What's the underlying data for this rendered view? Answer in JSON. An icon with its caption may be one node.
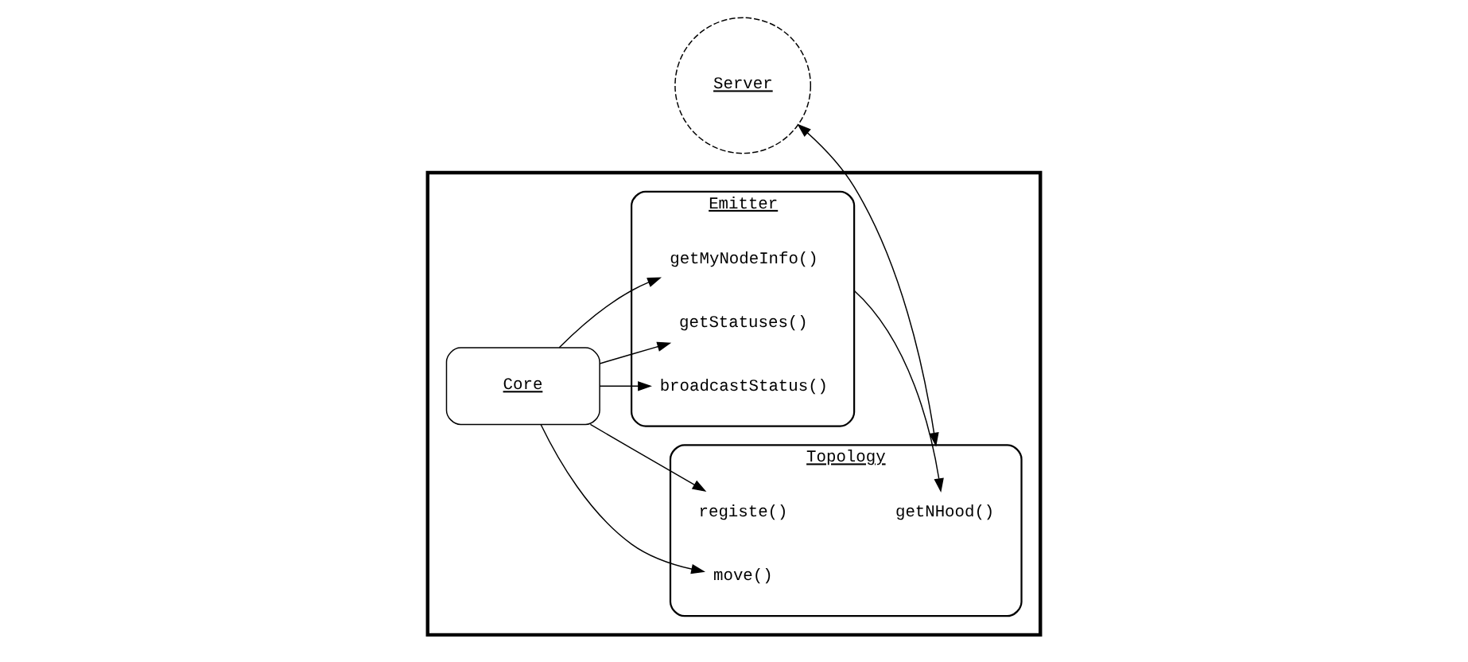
{
  "diagram": {
    "nodes": [
      {
        "text": [
          "Server"
        ]
      },
      {
        "text": [],
        "shape": "box"
      },
      {
        "text": [
          "Topology"
        ],
        "in": 1
      },
      {
        "text": [
          "getNHood()"
        ],
        "in": 2
      },
      {
        "text": [
          "registe()"
        ],
        "in": 2
      },
      {
        "text": [
          "move()"
        ],
        "in": 2
      },
      {
        "text": [
          "Emitter"
        ],
        "in": 1
      },
      {
        "text": [
          "getMyNodeInfo()"
        ],
        "in": 6
      },
      {
        "text": [
          "getStatuses()"
        ],
        "in": 6
      },
      {
        "text": [
          "broadcastStatus()"
        ],
        "in": 6
      },
      {
        "text": [
          "Core"
        ],
        "in": 1
      }
    ],
    "edges": [
      {
        "from": 0,
        "to": 2,
        "arrow": "both"
      },
      {
        "from": 6,
        "to": 3,
        "arrow": "to"
      },
      {
        "from": 10,
        "to": 4,
        "arrow": "to"
      },
      {
        "from": 10,
        "to": 5,
        "arrow": "to"
      },
      {
        "from": 10,
        "to": 7,
        "arrow": "to"
      },
      {
        "from": 10,
        "to": 8,
        "arrow": "to"
      },
      {
        "from": 10,
        "to": 9,
        "arrow": "to"
      }
    ]
  }
}
